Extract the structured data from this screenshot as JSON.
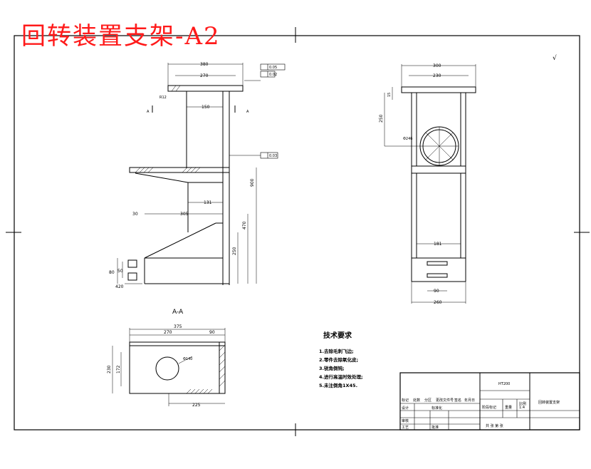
{
  "title_banner": "回转装置支架-A2",
  "section_label": "A-A",
  "section_markers": [
    "A",
    "A"
  ],
  "roughness_symbol": "√",
  "technical_requirements": {
    "heading": "技术要求",
    "items": [
      "1.去除毛刺飞边;",
      "2.零件去除氧化皮;",
      "3.锐角倒钝;",
      "4.进行高温时效处理;",
      "5.未注倒角1X45."
    ]
  },
  "front_view_dims": {
    "top_overall": "380",
    "top_inner": "270",
    "neck": "150",
    "chamfer": "R12",
    "shelf_width": "131",
    "base_offset": "305",
    "small_left": "30",
    "height_total": "900",
    "height_lower": "470",
    "height_inner": "250",
    "left_h1": "80",
    "left_h2": "50",
    "left_bottom": "420"
  },
  "side_view_dims": {
    "top_overall": "300",
    "top_inner": "230",
    "height_top": "250",
    "top_small": "15",
    "circle_dia": "Φ246",
    "mid_width": "181",
    "bottom_slot": "90",
    "bottom_width": "260"
  },
  "section_view_dims": {
    "overall": "375",
    "left": "270",
    "right": "90",
    "height": "230",
    "inner_height": "172",
    "bottom": "225",
    "hole_dia": "Φ140"
  },
  "tolerance_labels": [
    "0.05",
    "0.02",
    "0.03"
  ],
  "title_block": {
    "part_name": "回转装置支架",
    "material": "HT200",
    "scale": "1:4",
    "header_cells": [
      "标记",
      "处数",
      "分区",
      "更改文件号",
      "签名",
      "年月日"
    ],
    "row_design": "设计",
    "row_std": "标准化",
    "row_check": "审核",
    "row_process": "工艺",
    "row_approve": "批准",
    "stage_label": "阶段标记",
    "weight_label": "重量",
    "scale_label": "比例",
    "sheet_label": "共 张 第 张"
  }
}
